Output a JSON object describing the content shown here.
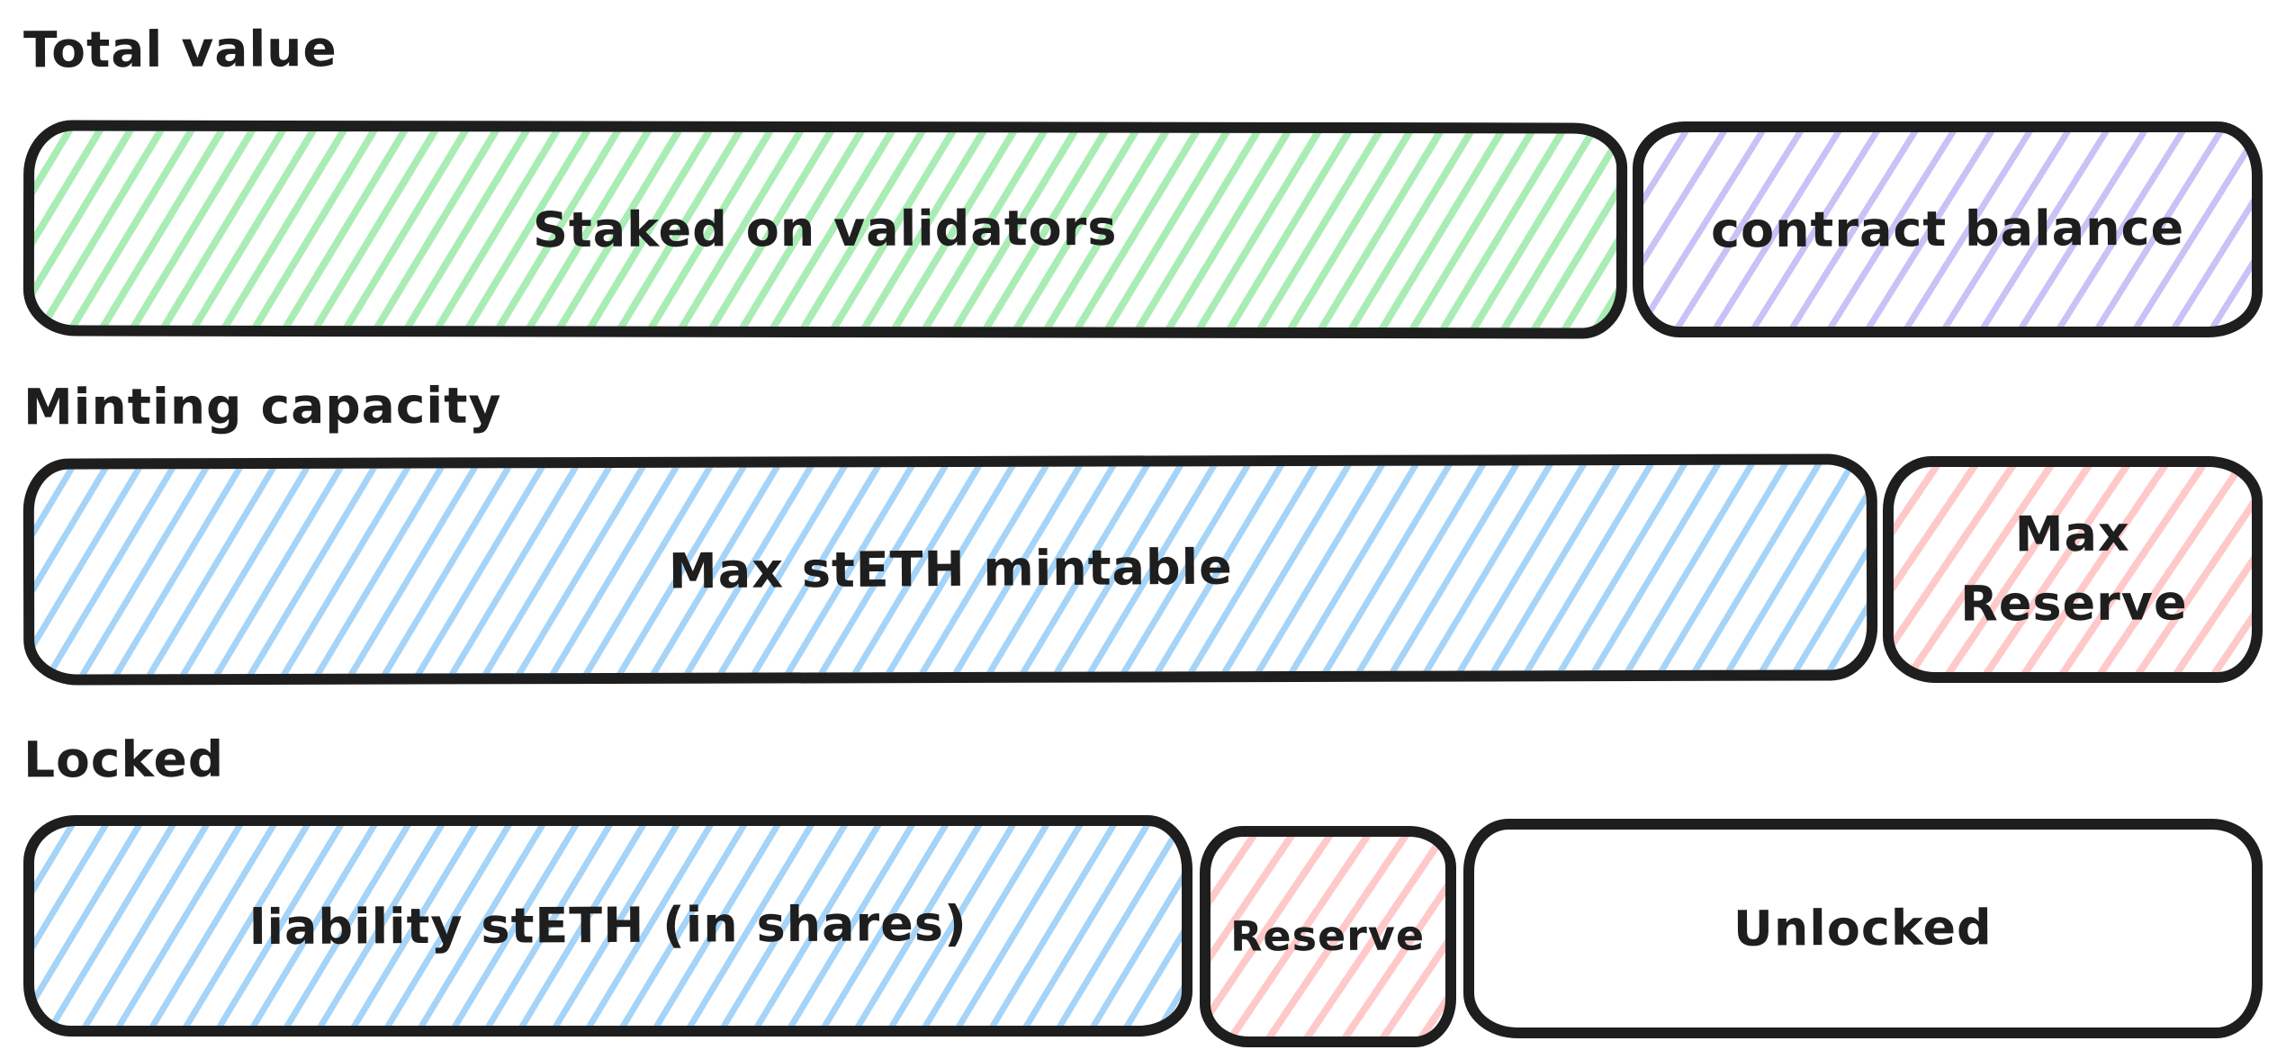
{
  "palette": {
    "paper": "#ffffff",
    "ink": "#1e1e1e",
    "green": "#a9ecb4",
    "purple": "#cbc1f7",
    "blue": "#a5d4f8",
    "red": "#ffc9c9"
  },
  "rows": [
    {
      "label": "Total value",
      "segments": [
        {
          "text": "Staked on validators",
          "fill": "green"
        },
        {
          "text": "contract balance",
          "fill": "purple"
        }
      ]
    },
    {
      "label": "Minting capacity",
      "segments": [
        {
          "text": "Max stETH mintable",
          "fill": "blue"
        },
        {
          "text": "Max Reserve",
          "fill": "red"
        }
      ]
    },
    {
      "label": "Locked",
      "segments": [
        {
          "text": "liability stETH (in shares)",
          "fill": "blue"
        },
        {
          "text": "Reserve",
          "fill": "red"
        },
        {
          "text": "Unlocked",
          "fill": "none"
        }
      ]
    }
  ]
}
